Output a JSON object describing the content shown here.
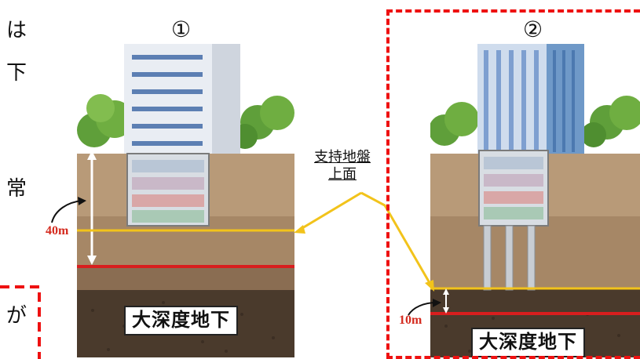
{
  "left_fragments": [
    "は",
    "下",
    "常",
    "が"
  ],
  "panel1": {
    "number": "①",
    "depth_label": "40m",
    "deep_label": "大深度地下"
  },
  "panel2": {
    "number": "②",
    "depth_label": "10m",
    "deep_label": "大深度地下"
  },
  "callout": {
    "line1": "支持地盤",
    "line2": "上面"
  },
  "colors": {
    "support_line": "#f2c31b",
    "deep_line": "#d81e1e",
    "highlight_border": "#ee1111"
  }
}
